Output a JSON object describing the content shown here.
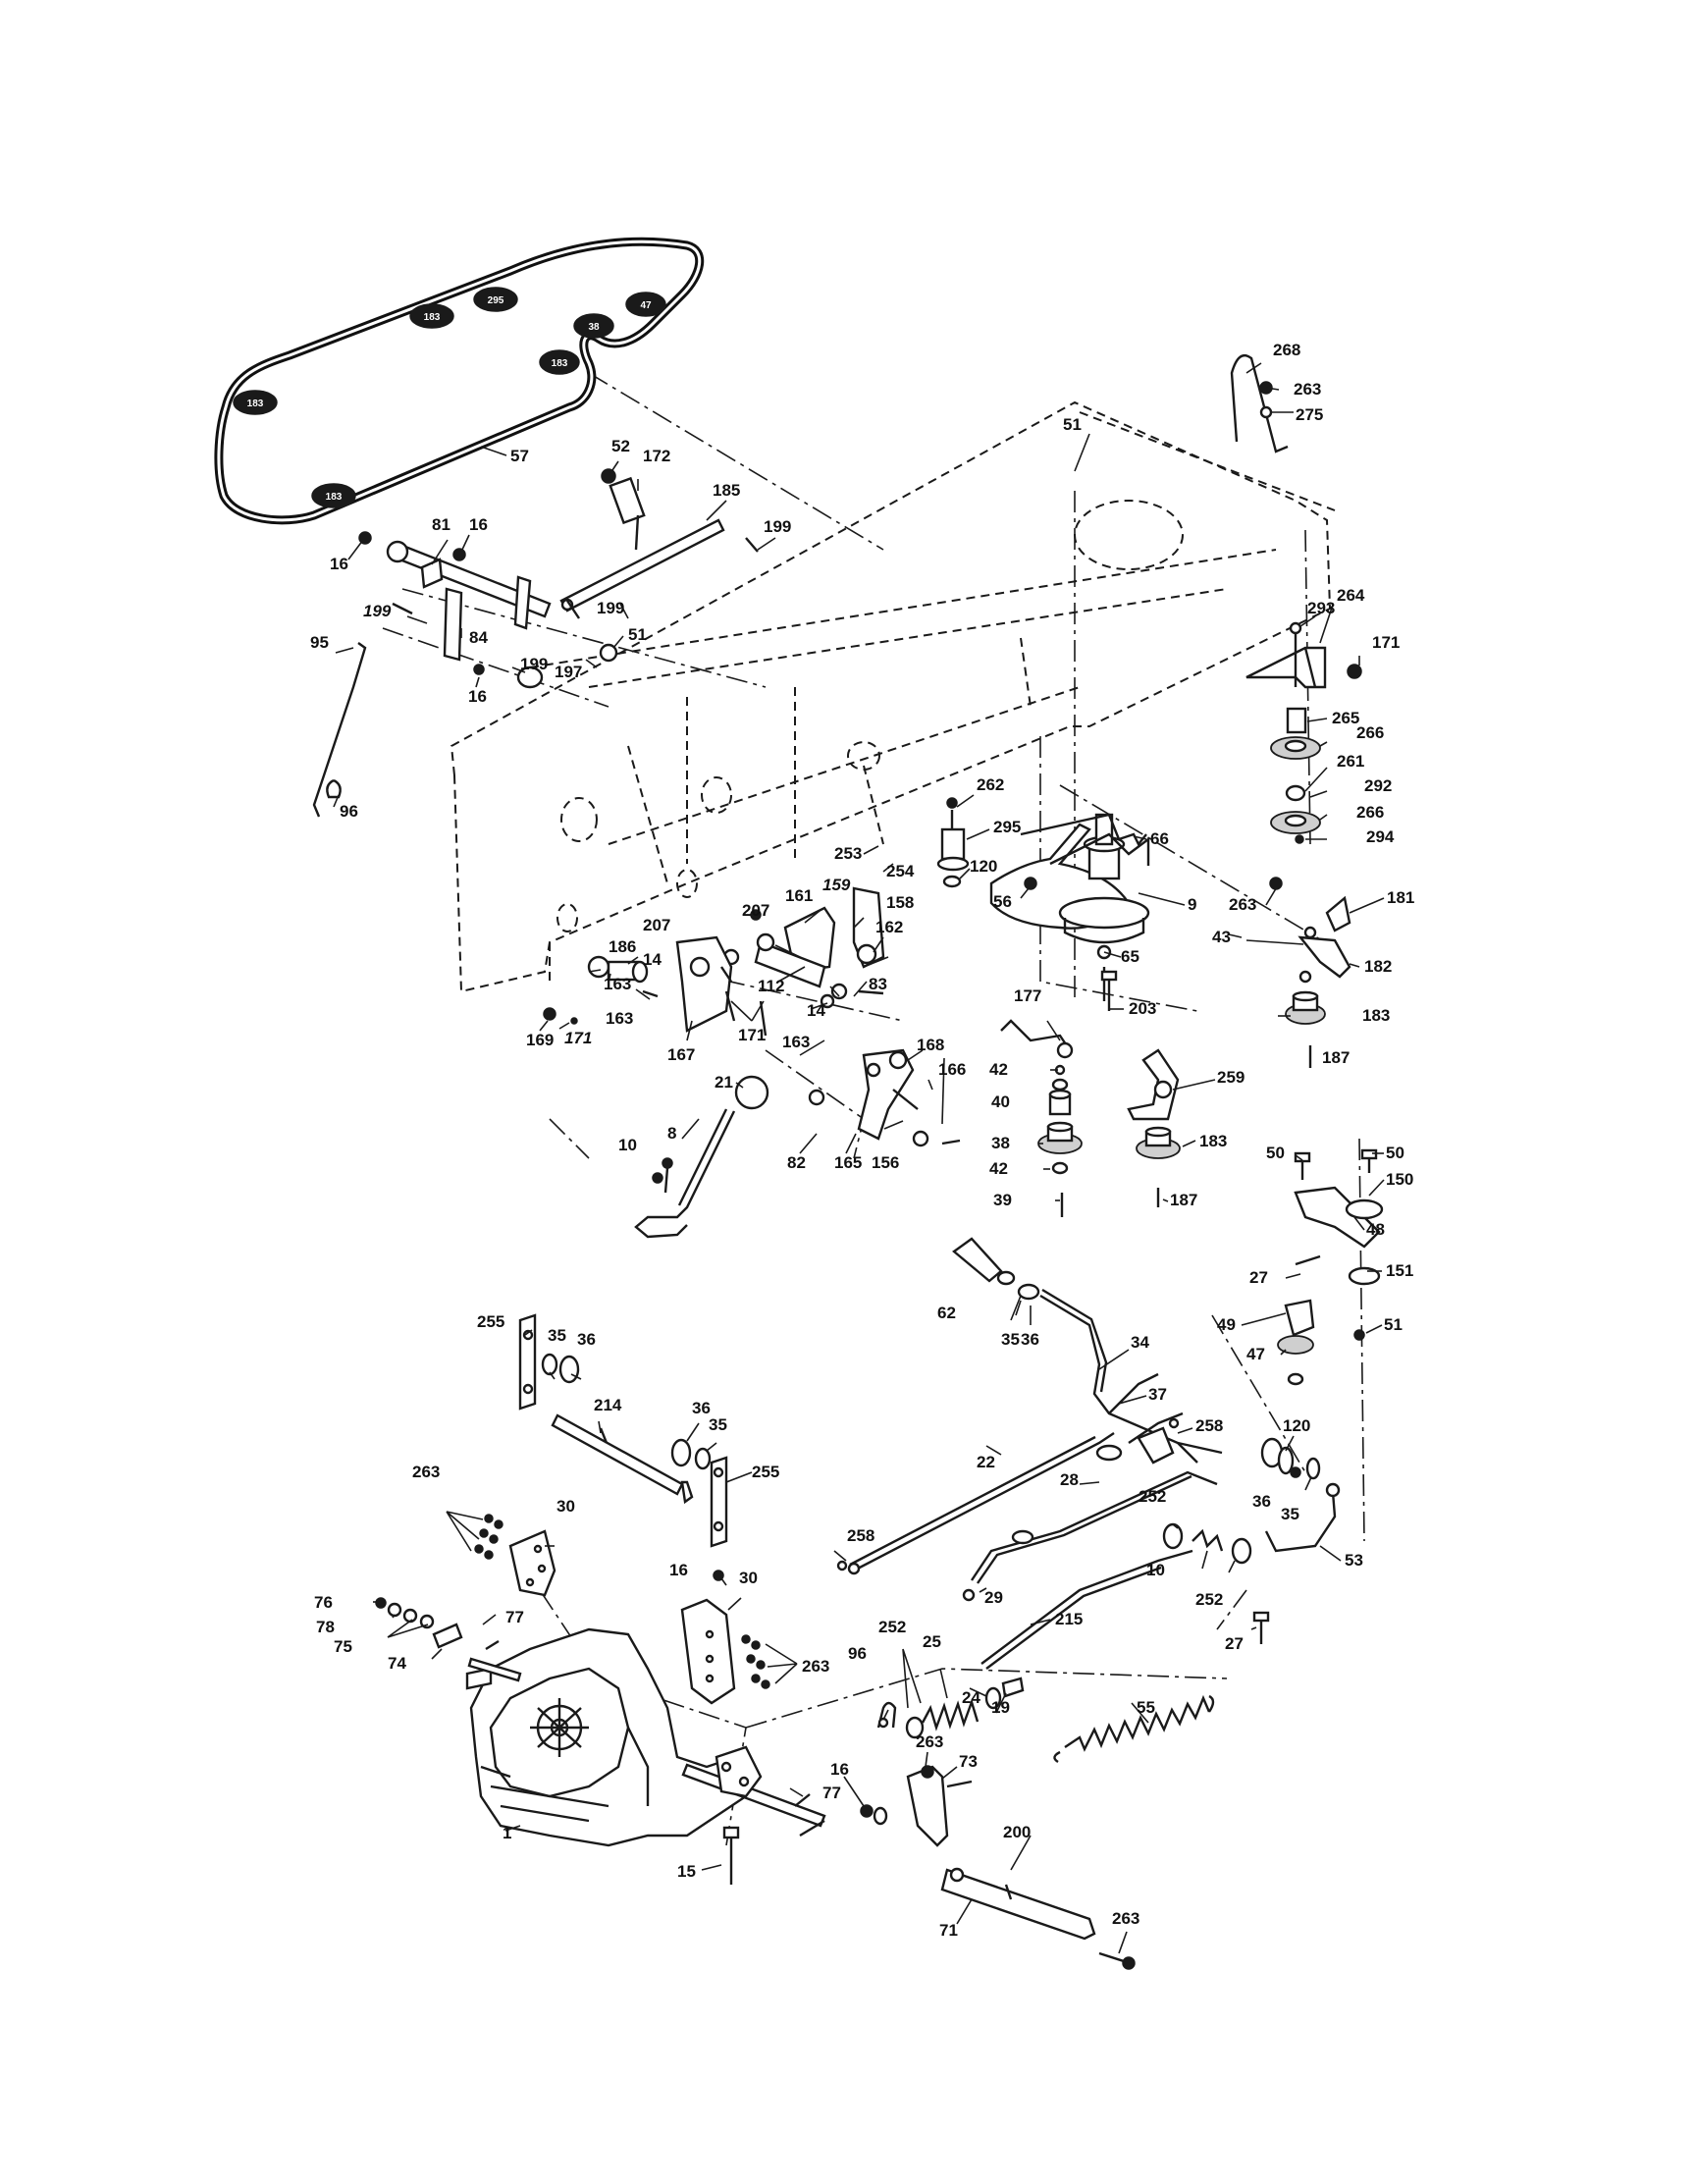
{
  "belt_pulley_tags": [
    "183",
    "295",
    "183",
    "183",
    "47",
    "38",
    "183"
  ],
  "labels": {
    "l57": "57",
    "l52": "52",
    "l172": "172",
    "l185": "185",
    "l199a": "199",
    "l81": "81",
    "l16a": "16",
    "l16b": "16",
    "l199b": "199",
    "l51a": "51",
    "l199c": "199",
    "l84": "84",
    "l199d": "199",
    "l197": "197",
    "l16c": "16",
    "l95": "95",
    "l96a": "96",
    "l51b": "51",
    "l268": "268",
    "l263a": "263",
    "l275": "275",
    "l293": "293",
    "l264": "264",
    "l171a": "171",
    "l265": "265",
    "l266a": "266",
    "l261": "261",
    "l292": "292",
    "l266b": "266",
    "l294": "294",
    "l262": "262",
    "l295": "295",
    "l66": "66",
    "l253": "253",
    "l254": "254",
    "l120a": "120",
    "l56": "56",
    "l9": "9",
    "l263b": "263",
    "l181": "181",
    "l159": "159",
    "l161": "161",
    "l158": "158",
    "l207a": "207",
    "l207b": "207",
    "l186": "186",
    "l14a": "14",
    "l162": "162",
    "l65": "65",
    "l43": "43",
    "l182": "182",
    "l112": "112",
    "l163a": "163",
    "l14b": "14",
    "l83": "83",
    "l163b": "163",
    "l177": "177",
    "l203": "203",
    "l183a": "183",
    "l169": "169",
    "l171b": "171",
    "l167": "167",
    "l171c": "171",
    "l168": "168",
    "l166": "166",
    "l42a": "42",
    "l259": "259",
    "l187a": "187",
    "l21": "21",
    "l40": "40",
    "l8": "8",
    "l82": "82",
    "l165": "165",
    "l156": "156",
    "l38": "38",
    "l183b": "183",
    "l10a": "10",
    "l42b": "42",
    "l50a": "50",
    "l50b": "50",
    "l150": "150",
    "l39": "39",
    "l187b": "187",
    "l48": "48",
    "l62": "62",
    "l27a": "27",
    "l151": "151",
    "l35a": "35",
    "l36a": "36",
    "l34": "34",
    "l49": "49",
    "l51c": "51",
    "l47": "47",
    "l255a": "255",
    "l35b": "35",
    "l36b": "36",
    "l37": "37",
    "l214": "214",
    "l36c": "36",
    "l35c": "35",
    "l258a": "258",
    "l120b": "120",
    "l255b": "255",
    "l263c": "263",
    "l30a": "30",
    "l22": "22",
    "l28": "28",
    "l36d": "36",
    "l35d": "35",
    "l252a": "252",
    "l258b": "258",
    "l10b": "10",
    "l53": "53",
    "l16d": "16",
    "l30b": "30",
    "l252b": "252",
    "l29": "29",
    "l76": "76",
    "l77a": "77",
    "l78": "78",
    "l75": "75",
    "l74": "74",
    "l215": "215",
    "l27b": "27",
    "l263d": "263",
    "l96b": "96",
    "l252c": "252",
    "l25": "25",
    "l24": "24",
    "l19": "19",
    "l55": "55",
    "l263e": "263",
    "l73": "73",
    "l16e": "16",
    "l77b": "77",
    "l200": "200",
    "l1": "1",
    "l15": "15",
    "l71": "71",
    "l263f": "263"
  }
}
